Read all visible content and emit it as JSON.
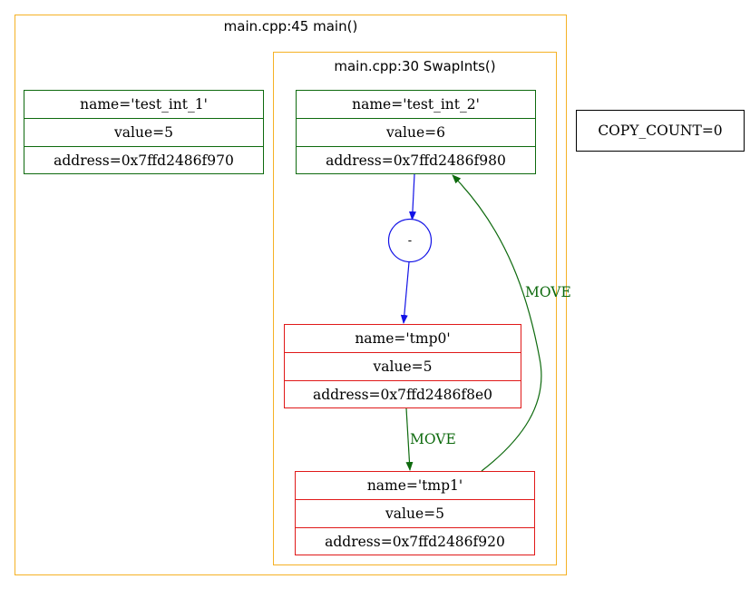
{
  "clusters": {
    "main": {
      "title": "main.cpp:45 main()"
    },
    "swap": {
      "title": "main.cpp:30 SwapInts()"
    }
  },
  "nodes": {
    "test_int_1": {
      "name": "name='test_int_1'",
      "value": "value=5",
      "address": "address=0x7ffd2486f970"
    },
    "test_int_2": {
      "name": "name='test_int_2'",
      "value": "value=6",
      "address": "address=0x7ffd2486f980"
    },
    "tmp0": {
      "name": "name='tmp0'",
      "value": "value=5",
      "address": "address=0x7ffd2486f8e0"
    },
    "tmp1": {
      "name": "name='tmp1'",
      "value": "value=5",
      "address": "address=0x7ffd2486f920"
    }
  },
  "operator": {
    "label": "-"
  },
  "edges": {
    "tmp0_to_tmp1": {
      "label": "MOVE"
    },
    "tmp1_to_test_int_2": {
      "label": "MOVE"
    }
  },
  "copy_count": {
    "text": "COPY_COUNT=0"
  },
  "colors": {
    "cluster": "#f5b125",
    "variable_border": "#0e6a0e",
    "temp_border": "#e01919",
    "operator": "#1212e6",
    "move_edge": "#0e6a0e"
  }
}
